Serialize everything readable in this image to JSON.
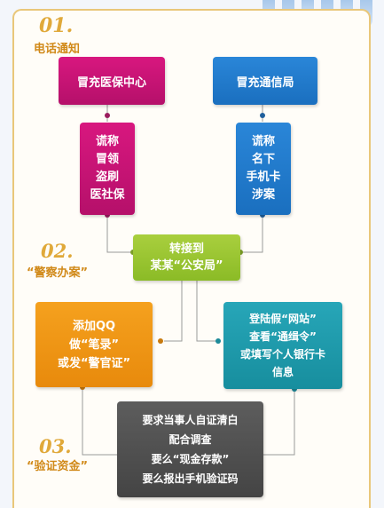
{
  "step1": {
    "num": "01.",
    "label": "电话通知"
  },
  "step2": {
    "num": "02.",
    "label": "“警察办案”"
  },
  "step3": {
    "num": "03.",
    "label": "“验证资金”"
  },
  "boxes": {
    "medical_center": "冒充医保中心",
    "telecom_bureau": "冒充通信局",
    "claim_left": [
      "谎称",
      "冒领",
      "盗刷",
      "医社保"
    ],
    "claim_right": [
      "谎称",
      "名下",
      "手机卡",
      "涉案"
    ],
    "transfer": [
      "转接到",
      "某某“公安局”"
    ],
    "add_qq": [
      "添加QQ",
      "做“笔录”",
      "或发“警官证”"
    ],
    "fake_site": [
      "登陆假“网站”",
      "查看“通缉令”",
      "或填写个人银行卡",
      "信息"
    ],
    "demand": [
      "要求当事人自证清白",
      "配合调查",
      "要么“现金存款”",
      "要么报出手机验证码"
    ]
  }
}
